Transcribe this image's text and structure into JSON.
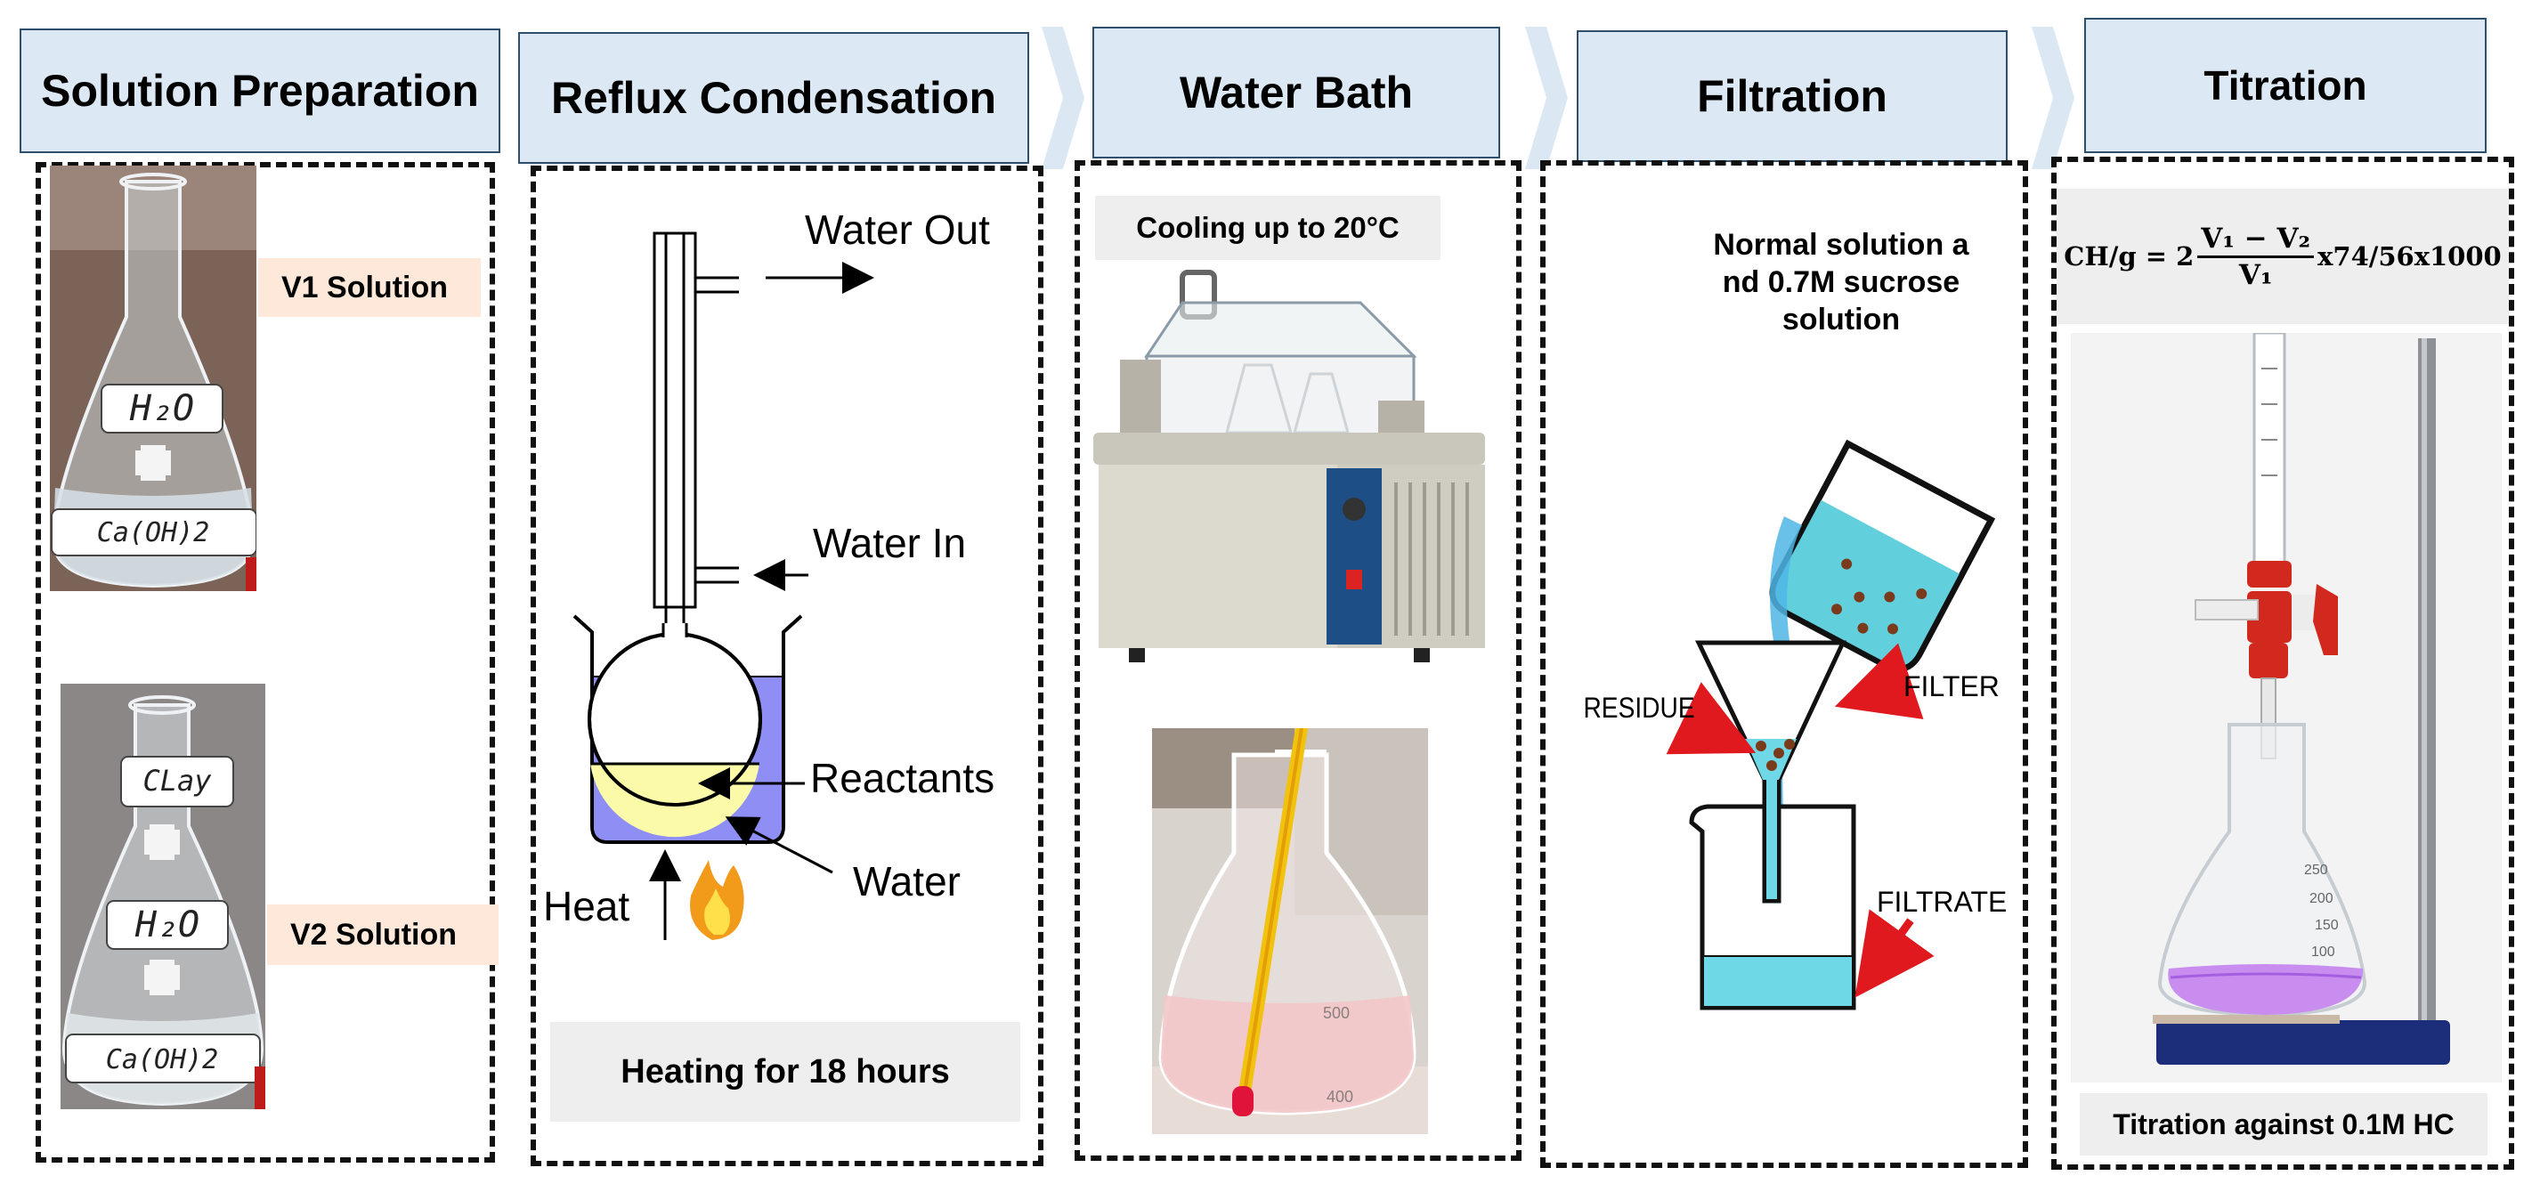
{
  "stages": [
    {
      "title": "Solution",
      "title2": "Preparation"
    },
    {
      "title": "Reflux Condensation"
    },
    {
      "title": "Water Bath"
    },
    {
      "title": "Filtration"
    },
    {
      "title": "Titration"
    }
  ],
  "preparation": {
    "flask1": {
      "formula_water": "H₂O",
      "formula_lime": "Ca(OH)2",
      "tag": "V1 Solution"
    },
    "flask2": {
      "formula_clay": "CLay",
      "formula_water": "H₂O",
      "formula_lime": "Ca(OH)2",
      "tag": "V2 Solution"
    }
  },
  "reflux": {
    "water_out": "Water Out",
    "water_in": "Water In",
    "reactants": "Reactants",
    "water": "Water",
    "heat": "Heat",
    "caption": "Heating for 18 hours"
  },
  "water_bath": {
    "caption": "Cooling up to 20°C",
    "thermometer_marks": [
      "500",
      "400"
    ]
  },
  "filtration": {
    "description_line1": "Normal solution a",
    "description_line2": "nd  0.7M sucrose",
    "description_line3": "solution",
    "residue": "RESIDUE",
    "filter": "FILTER",
    "filtrate": "FILTRATE"
  },
  "titration": {
    "formula_lhs": "CH/g = 2",
    "formula_numerator": "V₁ − V₂",
    "formula_denominator": "V₁",
    "formula_rhs": "x74/56x1000",
    "flask_marks": [
      "250",
      "200",
      "150",
      "100"
    ],
    "caption": "Titration against 0.1M HC"
  },
  "colors": {
    "header_fill": "#dce8f4",
    "arrow_fill": "#dbe8f4",
    "tag_fill": "#fde8d9",
    "caption_fill": "#eeeeee",
    "bath_water": "#8e8ef5",
    "reactants": "#fafaa8",
    "filtrate": "#6fd8e6",
    "titrant": "#c98df0"
  }
}
